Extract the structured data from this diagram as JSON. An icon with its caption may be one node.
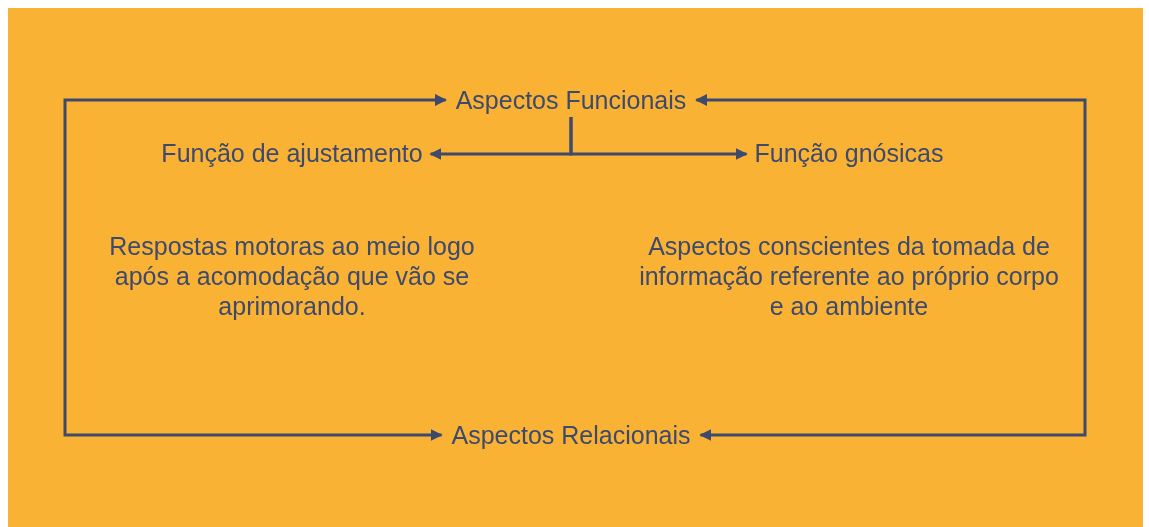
{
  "diagram": {
    "nodes": [
      {
        "text": [
          "Aspectos Funcionais"
        ]
      },
      {
        "text": [
          "Função de ajustamento"
        ]
      },
      {
        "text": [
          "Função gnósicas"
        ]
      },
      {
        "text": [
          "Respostas motoras ao meio logo após a acomodação que vão se aprimorando."
        ]
      },
      {
        "text": [
          "Aspectos conscientes da tomada de informação referente ao próprio corpo e ao ambiente"
        ]
      },
      {
        "text": [
          "Aspectos Relacionais"
        ]
      }
    ],
    "edges": [
      {
        "from": 0,
        "to": 5,
        "arrow": "both"
      },
      {
        "from": 0,
        "to": 5,
        "arrow": "both"
      },
      {
        "from": 0,
        "to": 1,
        "arrow": "to"
      },
      {
        "from": 0,
        "to": 2,
        "arrow": "to"
      }
    ]
  }
}
